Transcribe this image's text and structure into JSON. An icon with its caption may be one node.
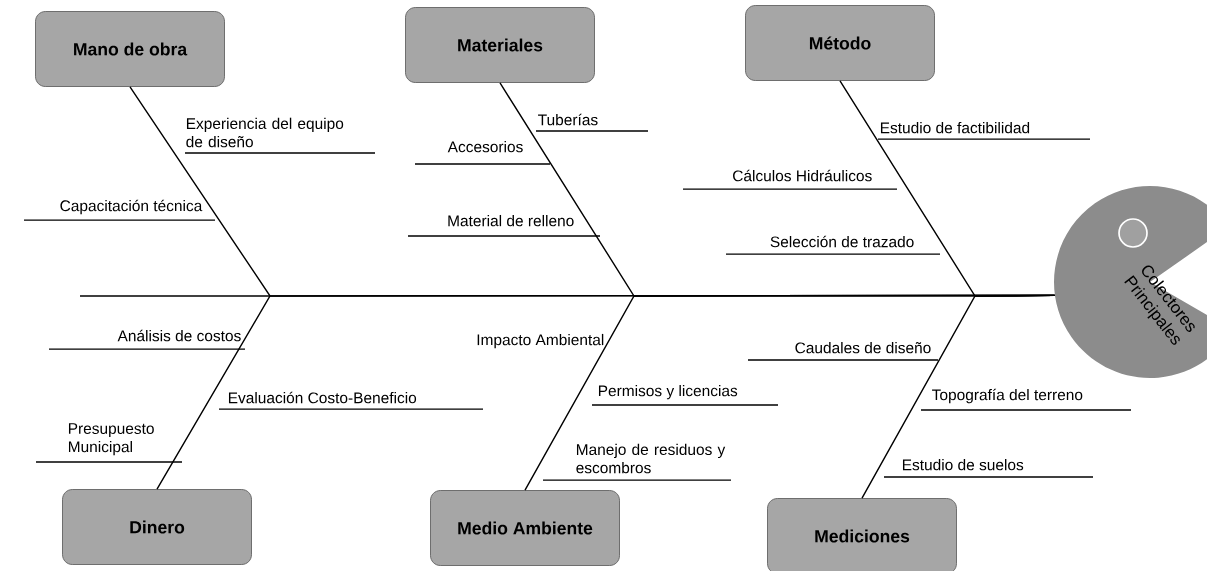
{
  "diagram": {
    "nodes": [
      {
        "text": [
          "Mano de obra"
        ]
      },
      {
        "text": [
          "Materiales"
        ]
      },
      {
        "text": [
          "Método"
        ]
      },
      {
        "text": [
          "Colectores Principales"
        ]
      },
      {
        "text": [
          "Dinero"
        ]
      },
      {
        "text": [
          "Medio Ambiente"
        ]
      },
      {
        "text": [
          "Mediciones"
        ]
      }
    ],
    "edges": [
      {
        "from": 0,
        "to": 3,
        "arrow": "none"
      },
      {
        "from": 1,
        "to": 3,
        "arrow": "none"
      },
      {
        "from": 2,
        "to": 3,
        "arrow": "none"
      },
      {
        "from": 4,
        "to": 3,
        "arrow": "none"
      },
      {
        "from": 5,
        "to": 3,
        "arrow": "none"
      },
      {
        "from": 6,
        "to": 3,
        "arrow": "none"
      }
    ],
    "labels": [
      "Experiencia del equipo de diseño",
      "Capacitación técnica",
      "Tuberías",
      "Accesorios",
      "Material de relleno",
      "Estudio de factibilidad",
      "Cálculos Hidráulicos",
      "Selección de trazado",
      "Análisis de costos",
      "Evaluación Costo-Beneficio",
      "Presupuesto Municipal",
      "Impacto Ambiental",
      "Permisos y licencias",
      "Manejo de residuos y escombros",
      "Caudales de diseño",
      "Topografía del terreno",
      "Estudio de suelos"
    ]
  }
}
